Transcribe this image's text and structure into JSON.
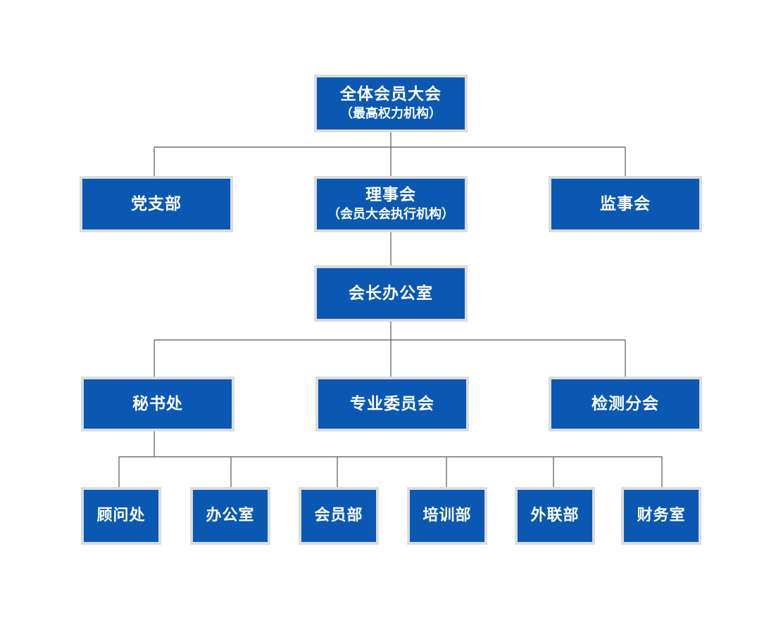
{
  "org_chart": {
    "colors": {
      "box_fill": "#0a58b2",
      "box_border": "#dcdcdc",
      "text": "#ffffff",
      "line": "#555555"
    },
    "general_assembly": {
      "title": "全体会员大会",
      "subtitle": "（最高权力机构）"
    },
    "party_branch": {
      "title": "党支部"
    },
    "council": {
      "title": "理事会",
      "subtitle": "（会员大会执行机构）"
    },
    "supervisory_board": {
      "title": "监事会"
    },
    "president_office": {
      "title": "会长办公室"
    },
    "secretariat": {
      "title": "秘书处"
    },
    "committees": {
      "title": "专业委员会"
    },
    "testing_branch": {
      "title": "检测分会"
    },
    "departments": [
      {
        "title": "顾问处"
      },
      {
        "title": "办公室"
      },
      {
        "title": "会员部"
      },
      {
        "title": "培训部"
      },
      {
        "title": "外联部"
      },
      {
        "title": "财务室"
      }
    ]
  }
}
